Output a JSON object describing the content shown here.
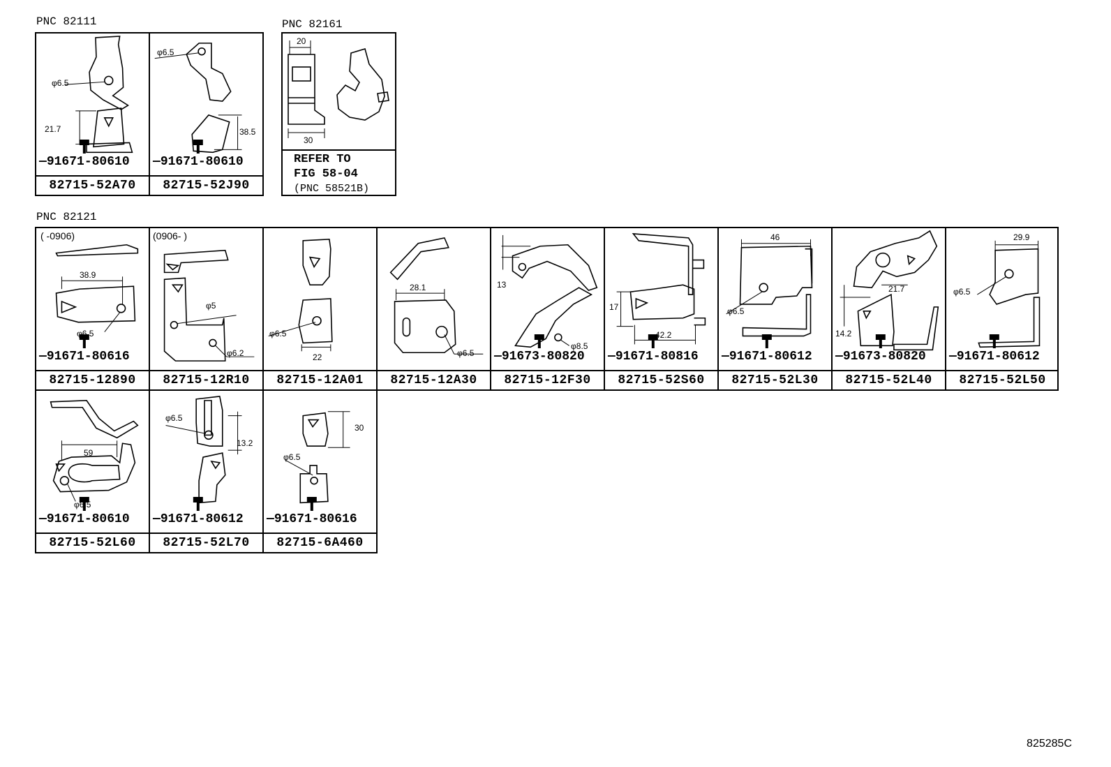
{
  "groups": [
    {
      "pnc_label": "PNC 82111",
      "cells": [
        {
          "part": "82715-52A70",
          "bolt": "91671-80610",
          "labels": [
            "φ6.5",
            "21.7"
          ]
        },
        {
          "part": "82715-52J90",
          "bolt": "91671-80610",
          "labels": [
            "φ6.5",
            "38.5"
          ]
        }
      ]
    },
    {
      "pnc_label": "PNC 82161",
      "dims": [
        "20",
        "30"
      ],
      "refer": {
        "line1": "REFER TO",
        "line2": "FIG 58-04",
        "line3": "(PNC 58521B)"
      }
    },
    {
      "pnc_label": "PNC 82121",
      "cells": [
        {
          "part": "82715-12890",
          "bolt": "91671-80616",
          "labels": [
            "(    -0906)",
            "38.9",
            "φ6.5"
          ]
        },
        {
          "part": "82715-12R10",
          "bolt": "",
          "labels": [
            "(0906-     )",
            "φ5",
            "φ6.2"
          ]
        },
        {
          "part": "82715-12A01",
          "bolt": "",
          "labels": [
            "φ6.5",
            "22"
          ]
        },
        {
          "part": "82715-12A30",
          "bolt": "",
          "labels": [
            "28.1",
            "φ6.5"
          ]
        },
        {
          "part": "82715-12F30",
          "bolt": "91673-80820",
          "labels": [
            "13",
            "φ8.5"
          ]
        },
        {
          "part": "82715-52S60",
          "bolt": "91671-80816",
          "labels": [
            "17",
            "42.2"
          ]
        },
        {
          "part": "82715-52L30",
          "bolt": "91671-80612",
          "labels": [
            "46",
            "φ6.5"
          ]
        },
        {
          "part": "82715-52L40",
          "bolt": "91673-80820",
          "labels": [
            "21.7",
            "14.2"
          ]
        },
        {
          "part": "82715-52L50",
          "bolt": "91671-80612",
          "labels": [
            "29.9",
            "φ6.5"
          ]
        },
        {
          "part": "82715-52L60",
          "bolt": "91671-80610",
          "labels": [
            "59",
            "φ6.5"
          ]
        },
        {
          "part": "82715-52L70",
          "bolt": "91671-80612",
          "labels": [
            "φ6.5",
            "13.2"
          ]
        },
        {
          "part": "82715-6A460",
          "bolt": "91671-80616",
          "labels": [
            "30",
            "φ6.5"
          ]
        }
      ]
    }
  ],
  "figure_id": "825285C"
}
